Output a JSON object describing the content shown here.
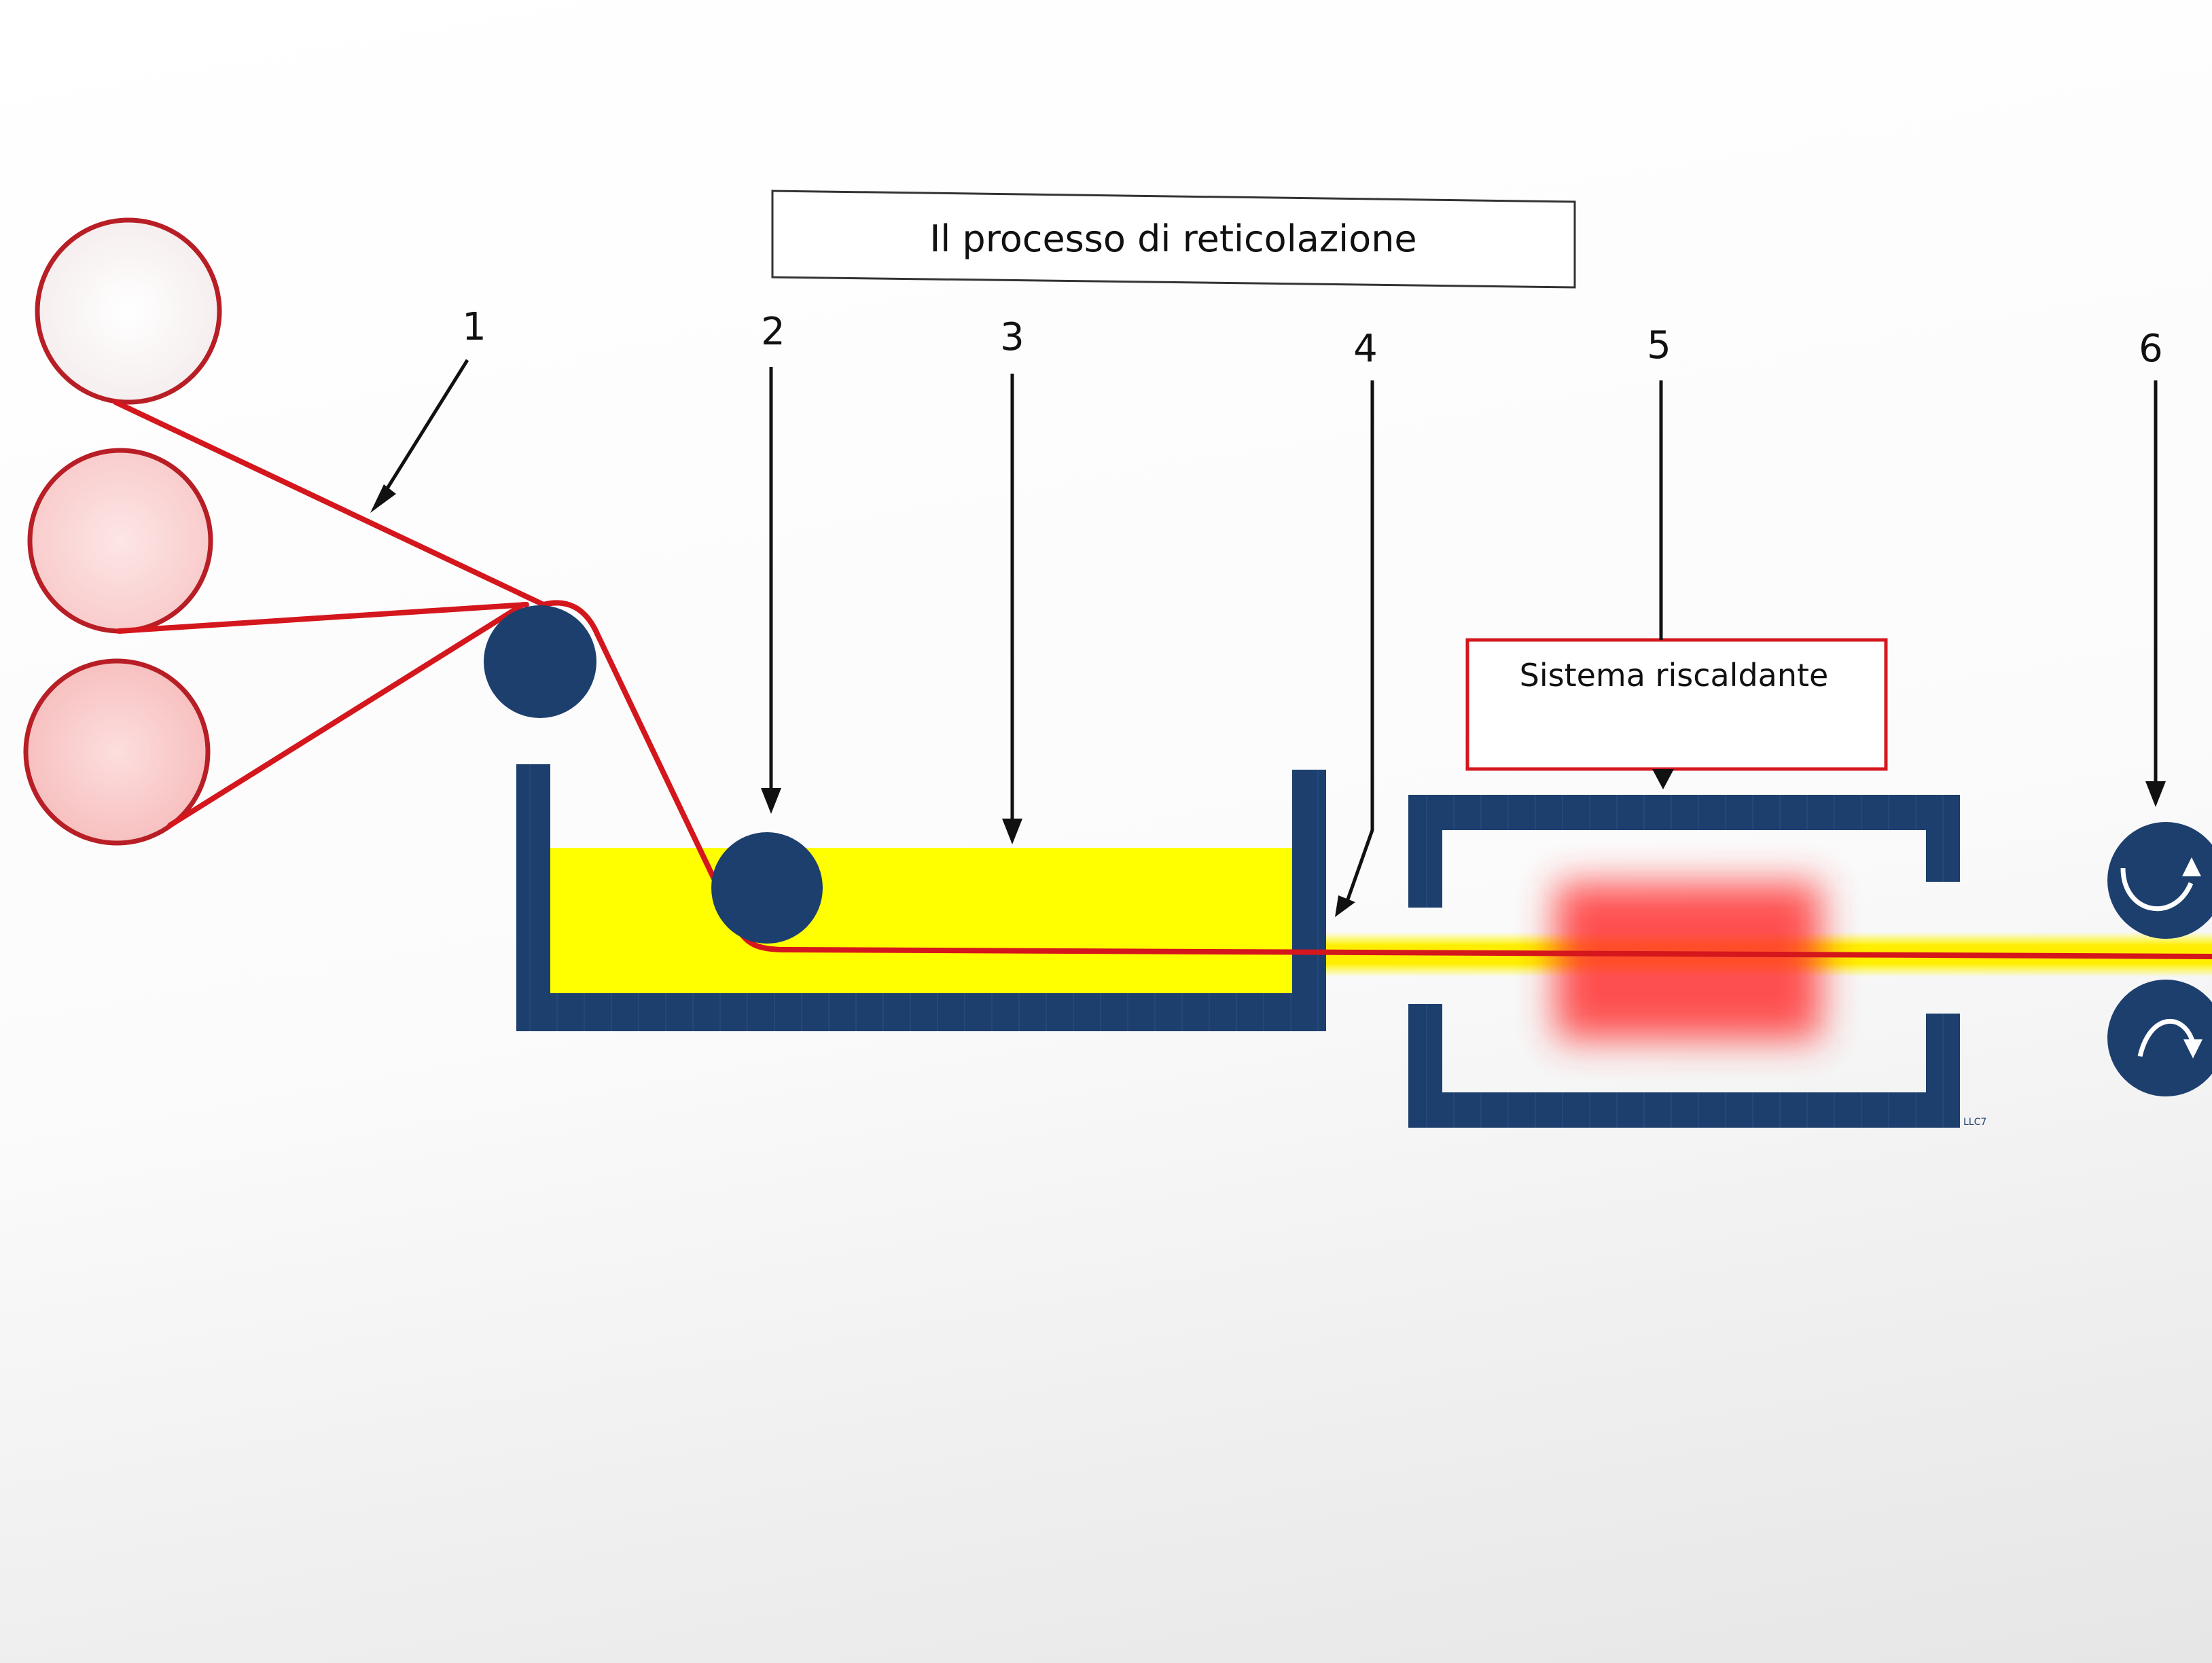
{
  "title": "Il processo di reticolazione",
  "heating_label": "Sistema riscaldante",
  "callouts": [
    {
      "id": "1",
      "label": "1"
    },
    {
      "id": "2",
      "label": "2"
    },
    {
      "id": "3",
      "label": "3"
    },
    {
      "id": "4",
      "label": "4"
    },
    {
      "id": "5",
      "label": "5"
    },
    {
      "id": "6",
      "label": "6"
    }
  ],
  "watermark": "LLC7",
  "colors": {
    "fiber": "#d4161d",
    "spool_outline": "#b81e25",
    "spool_fill": "#fbd7d7",
    "machine_blue": "#1d3f6e",
    "resin": "#ffff00",
    "heat": "#ff2f2f"
  }
}
